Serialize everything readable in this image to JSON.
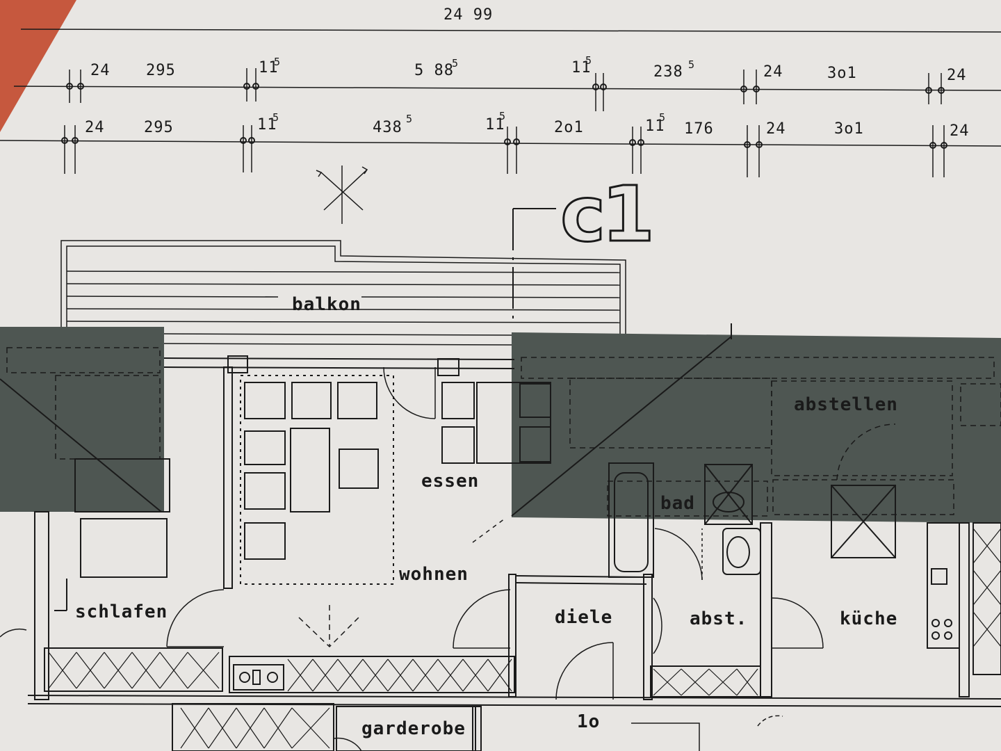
{
  "dimensions": {
    "overall": "24 99",
    "row1": [
      {
        "main": "24",
        "sup": ""
      },
      {
        "main": "295",
        "sup": ""
      },
      {
        "main": "11",
        "sup": "5"
      },
      {
        "main": "5 88",
        "sup": "5"
      },
      {
        "main": "11",
        "sup": "5"
      },
      {
        "main": "238",
        "sup": "5"
      },
      {
        "main": "24",
        "sup": ""
      },
      {
        "main": "3o1",
        "sup": ""
      },
      {
        "main": "24",
        "sup": ""
      }
    ],
    "row2": [
      {
        "main": "24",
        "sup": ""
      },
      {
        "main": "295",
        "sup": ""
      },
      {
        "main": "11",
        "sup": "5"
      },
      {
        "main": "438",
        "sup": "5"
      },
      {
        "main": "11",
        "sup": "5"
      },
      {
        "main": "2o1",
        "sup": ""
      },
      {
        "main": "11",
        "sup": "5"
      },
      {
        "main": "176",
        "sup": ""
      },
      {
        "main": "24",
        "sup": ""
      },
      {
        "main": "3o1",
        "sup": ""
      },
      {
        "main": "24",
        "sup": ""
      }
    ]
  },
  "unit_mark": "c1",
  "rooms": {
    "balkon": "balkon",
    "schlafen": "schlafen",
    "wohnen": "wohnen",
    "essen": "essen",
    "abstellen": "abstellen",
    "bad": "bad",
    "diele": "diele",
    "abst": "abst.",
    "kueche": "küche",
    "garderobe": "garderobe",
    "corridor_width": "1o"
  },
  "colors": {
    "paper": "#e8e6e3",
    "line": "#1a1a1a",
    "shade": "#4e5652",
    "tab": "#c6583e"
  }
}
